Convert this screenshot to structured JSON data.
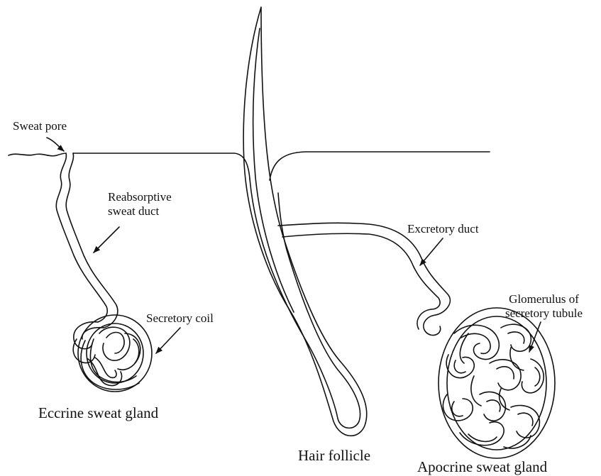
{
  "labels": {
    "sweat_pore": "Sweat pore",
    "reabsorptive_line1": "Reabsorptive",
    "reabsorptive_line2": "sweat duct",
    "secretory_coil": "Secretory coil",
    "eccrine_gland": "Eccrine sweat gland",
    "hair_follicle": "Hair follicle",
    "apocrine_gland": "Apocrine sweat gland",
    "excretory_duct": "Excretory duct",
    "glomerulus_line1": "Glomerulus of",
    "glomerulus_line2": "secretory tubule"
  },
  "colors": {
    "stroke": "#111111",
    "background": "#ffffff"
  }
}
